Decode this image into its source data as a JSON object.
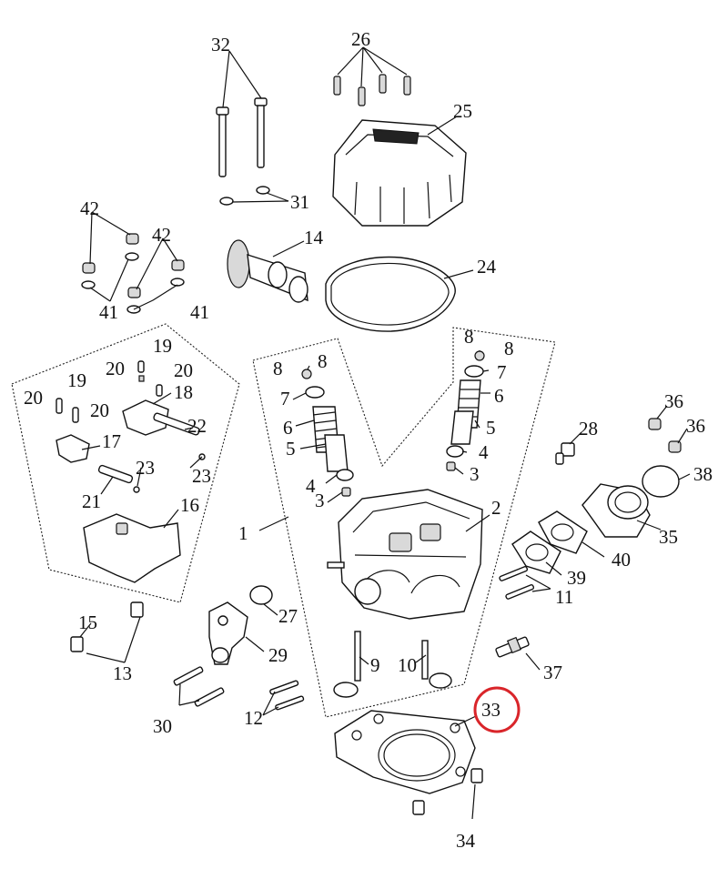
{
  "diagram": {
    "labels": {
      "l1": "1",
      "l2": "2",
      "l3a": "3",
      "l3b": "3",
      "l4a": "4",
      "l4b": "4",
      "l5a": "5",
      "l5b": "5",
      "l6a": "6",
      "l6b": "6",
      "l7a": "7",
      "l7b": "7",
      "l8a": "8",
      "l8b": "8",
      "l8c": "8",
      "l8d": "8",
      "l9": "9",
      "l10": "10",
      "l11": "11",
      "l12": "12",
      "l13": "13",
      "l14": "14",
      "l15": "15",
      "l16": "16",
      "l17": "17",
      "l18": "18",
      "l19a": "19",
      "l19b": "19",
      "l20a": "20",
      "l20b": "20",
      "l20c": "20",
      "l20d": "20",
      "l21": "21",
      "l22": "22",
      "l23a": "23",
      "l23b": "23",
      "l24": "24",
      "l25": "25",
      "l26": "26",
      "l27": "27",
      "l28": "28",
      "l29": "29",
      "l30": "30",
      "l31": "31",
      "l32": "32",
      "l33": "33",
      "l34": "34",
      "l35": "35",
      "l36a": "36",
      "l36b": "36",
      "l37": "37",
      "l38": "38",
      "l39": "39",
      "l40": "40",
      "l41a": "41",
      "l41b": "41",
      "l42a": "42",
      "l42b": "42"
    },
    "highlight": {
      "part_number": "33",
      "color": "#d9252a"
    }
  }
}
